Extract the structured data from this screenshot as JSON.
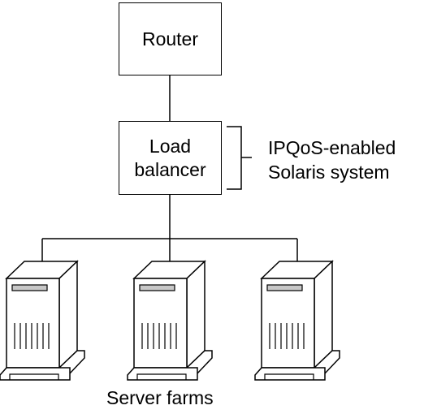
{
  "nodes": {
    "router": "Router",
    "load_balancer_line1": "Load",
    "load_balancer_line2": "balancer"
  },
  "annotation": {
    "line1": "IPQoS-enabled",
    "line2": "Solaris system"
  },
  "servers": {
    "caption": "Server farms"
  },
  "colors": {
    "stroke": "#000000",
    "fill": "#ffffff",
    "slot": "#c8c8c8"
  }
}
